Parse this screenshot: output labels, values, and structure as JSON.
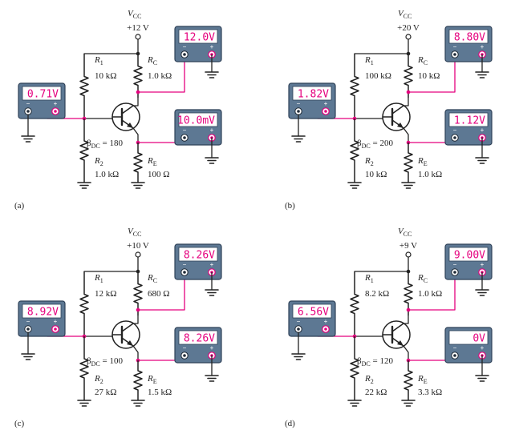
{
  "colors": {
    "wire": "#e5007e",
    "meter_body": "#5d7893",
    "meter_border": "#2e4158",
    "lcd_bg": "#ffffff",
    "lcd_text": "#e5007e",
    "ink": "#222222"
  },
  "circuits": [
    {
      "part_label": "(a)",
      "vcc_value": "+12 V",
      "r1_value": "10 kΩ",
      "rc_value": "1.0 kΩ",
      "r2_value": "1.0 kΩ",
      "re_value": "100 Ω",
      "beta_value": "180",
      "base_meter": "0.71V",
      "collector_meter": "12.0V",
      "emitter_meter": "10.0mV"
    },
    {
      "part_label": "(b)",
      "vcc_value": "+20 V",
      "r1_value": "100 kΩ",
      "rc_value": "10 kΩ",
      "r2_value": "10 kΩ",
      "re_value": "1.0 kΩ",
      "beta_value": "200",
      "base_meter": "1.82V",
      "collector_meter": "8.80V",
      "emitter_meter": "1.12V"
    },
    {
      "part_label": "(c)",
      "vcc_value": "+10 V",
      "r1_value": "12 kΩ",
      "rc_value": "680 Ω",
      "r2_value": "27 kΩ",
      "re_value": "1.5 kΩ",
      "beta_value": "100",
      "base_meter": "8.92V",
      "collector_meter": "8.26V",
      "emitter_meter": "8.26V"
    },
    {
      "part_label": "(d)",
      "vcc_value": "+9 V",
      "r1_value": "8.2 kΩ",
      "rc_value": "1.0 kΩ",
      "r2_value": "22 kΩ",
      "re_value": "3.3 kΩ",
      "beta_value": "120",
      "base_meter": "6.56V",
      "collector_meter": "9.00V",
      "emitter_meter": "0V"
    }
  ]
}
